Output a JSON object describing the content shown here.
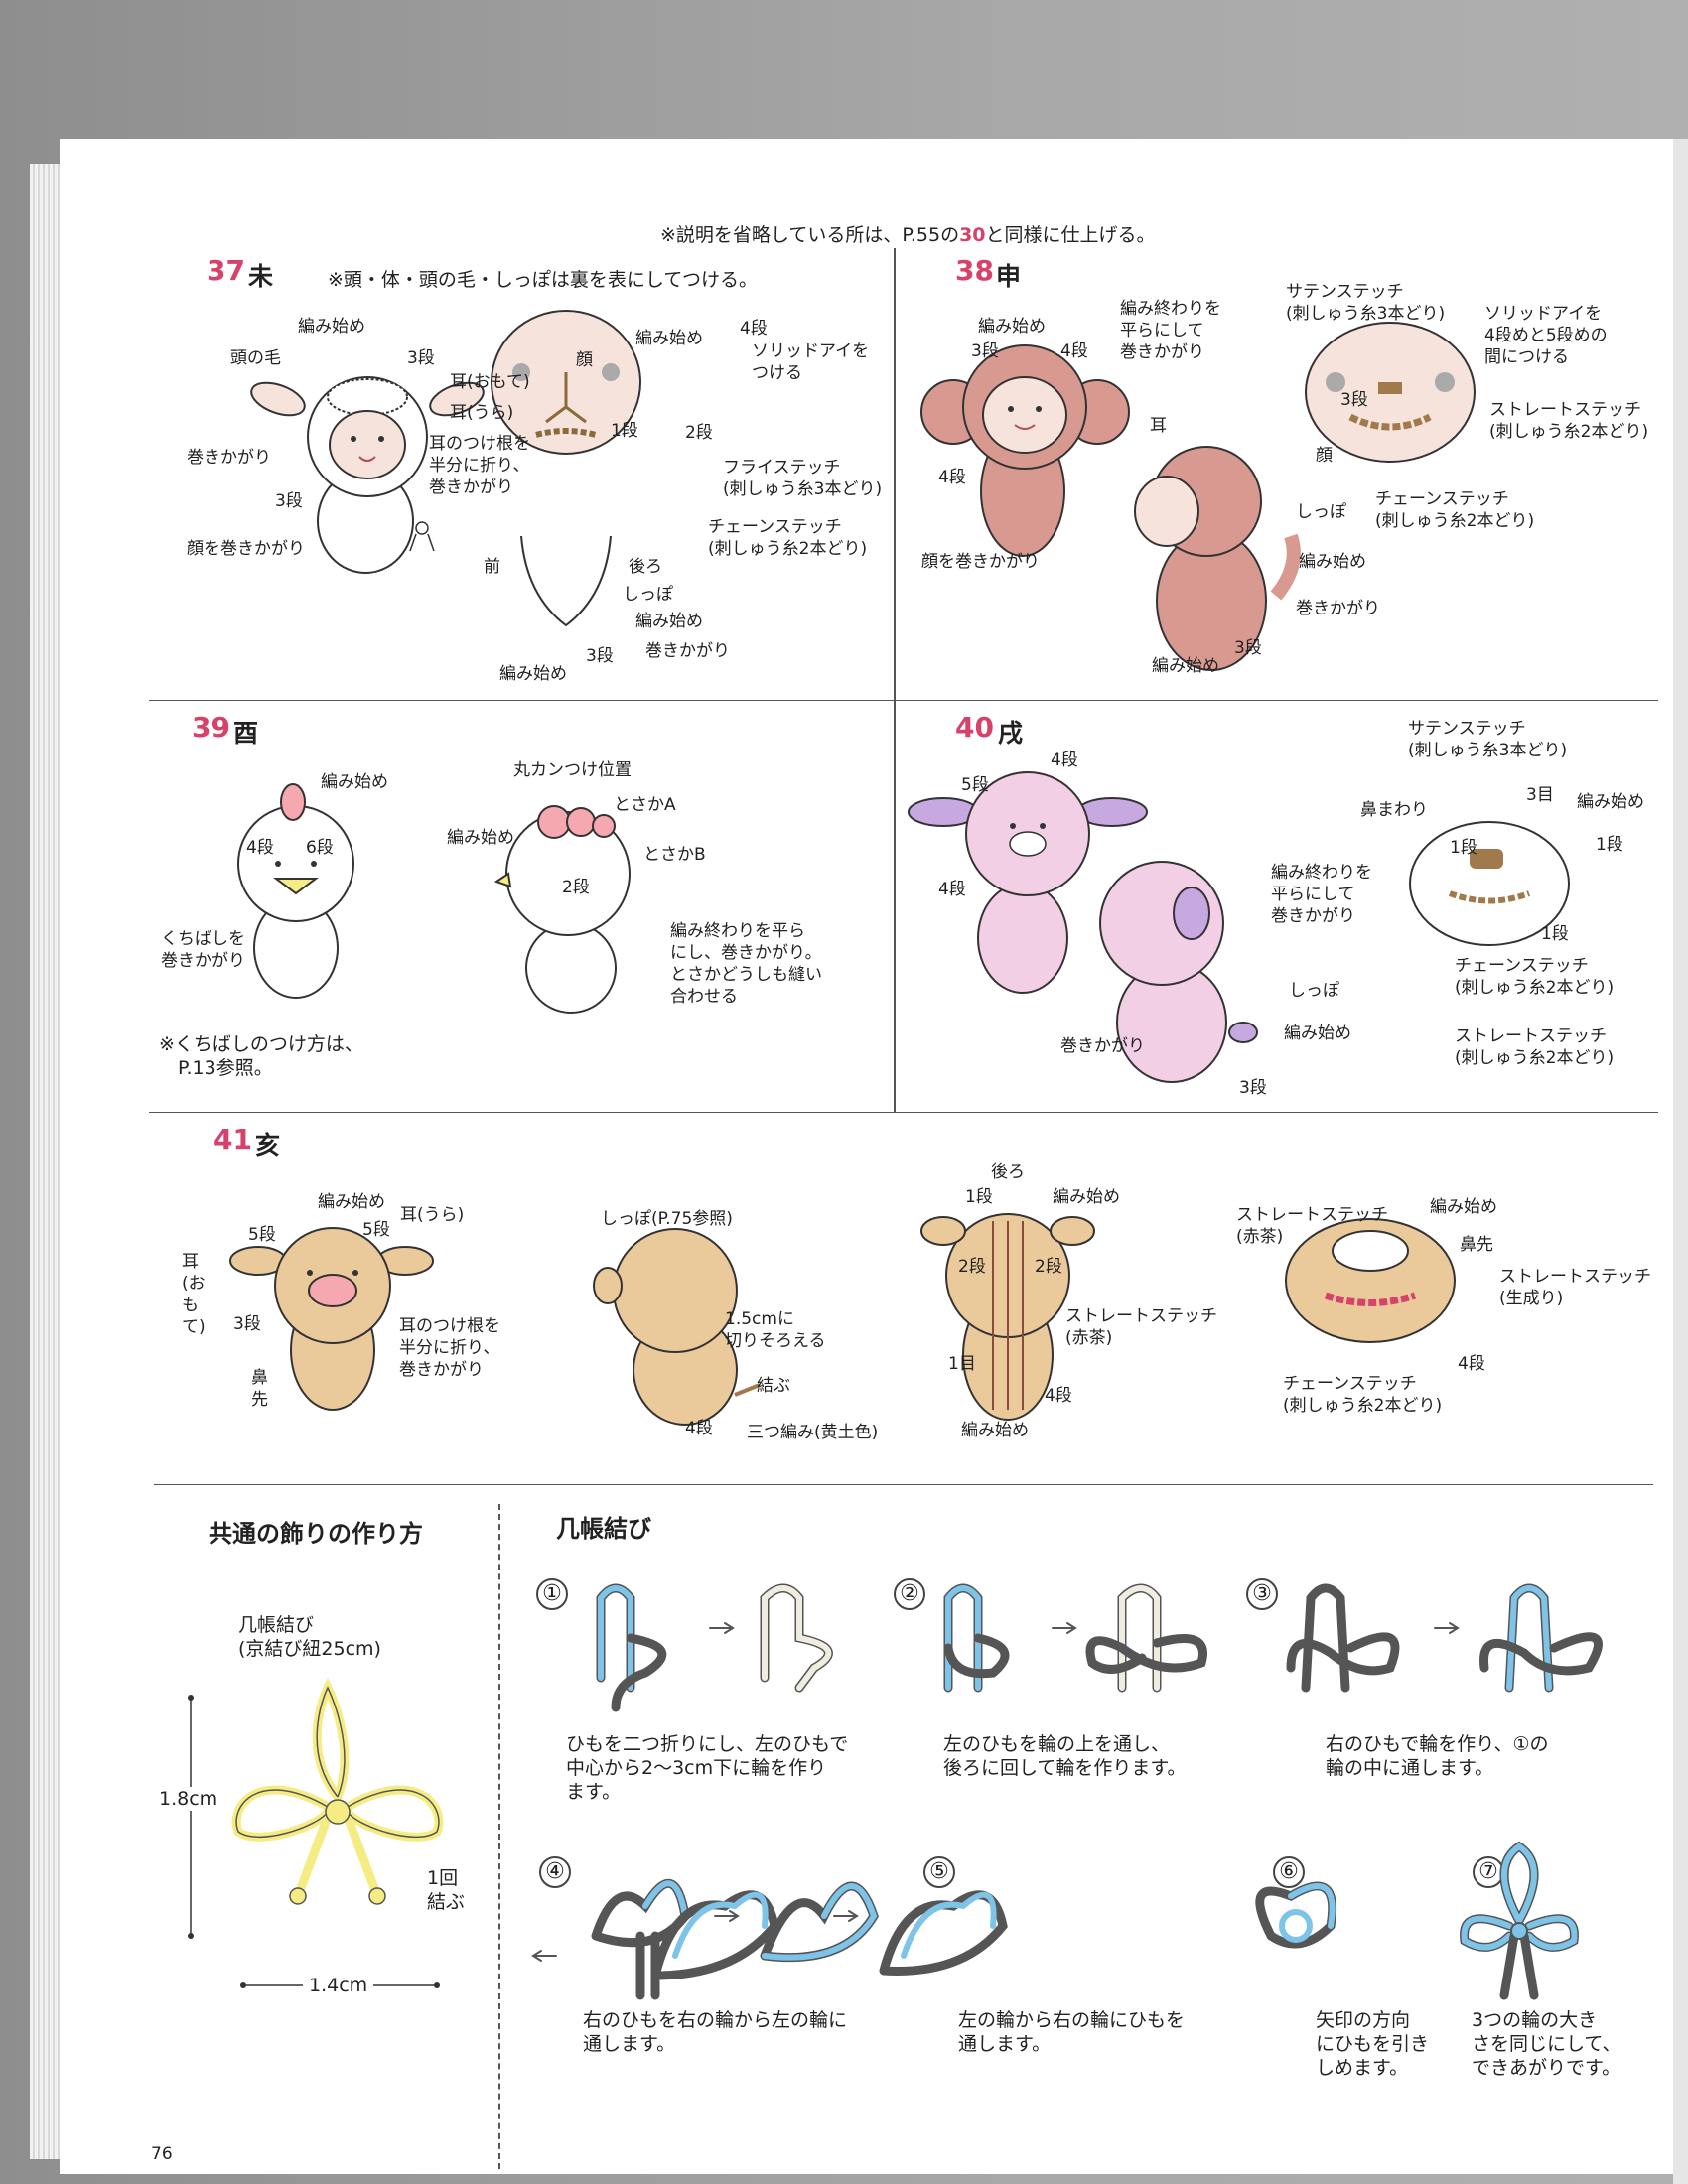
{
  "top_note": {
    "prefix": "※説明を省略している所は、P.55の",
    "highlight": "30",
    "suffix": "と同様に仕上げる。"
  },
  "s37": {
    "num": "37",
    "name": "未",
    "note": "※頭・体・頭の毛・しっぽは裏を表にしてつける。",
    "labels": {
      "amihajime1": "編み始め",
      "atamanoke": "頭の毛",
      "dan3a": "3段",
      "mimi_omote": "耳(おもて)",
      "mimi_ura": "耳(うら)",
      "makikagari": "巻きかがり",
      "mimi_tsuke": "耳のつけ根を\n半分に折り、\n巻きかがり",
      "dan3b": "3段",
      "kao_maki": "顔を巻きかがり",
      "kao": "顔",
      "amihajime2": "編み始め",
      "dan4": "4段",
      "solid": "ソリッドアイを\nつける",
      "dan1": "1段",
      "dan2": "2段",
      "fly": "フライステッチ\n(刺しゅう糸3本どり)",
      "chain": "チェーンステッチ\n(刺しゅう糸2本どり)",
      "mae": "前",
      "ushiro": "後ろ",
      "shippo": "しっぽ",
      "amihajime3": "編み始め",
      "makikagari2": "巻きかがり",
      "dan3c": "3段",
      "amihajime4": "編み始め"
    }
  },
  "s38": {
    "num": "38",
    "name": "申",
    "labels": {
      "amihajime": "編み始め",
      "dan3": "3段",
      "dan4": "4段",
      "amiowari": "編み終わりを\n平らにして\n巻きかがり",
      "mimi": "耳",
      "dan4b": "4段",
      "kao_maki": "顔を巻きかがり",
      "satin": "サテンステッチ\n(刺しゅう糸3本どり)",
      "solid": "ソリッドアイを\n4段めと5段めの\n間につける",
      "dan3b": "3段",
      "straight": "ストレートステッチ\n(刺しゅう糸2本どり)",
      "kao": "顔",
      "chain": "チェーンステッチ\n(刺しゅう糸2本どり)",
      "shippo": "しっぽ",
      "amihajime2": "編み始め",
      "makikagari": "巻きかがり",
      "dan3c": "3段",
      "amihajime3": "編み始め"
    }
  },
  "s39": {
    "num": "39",
    "name": "酉",
    "labels": {
      "amihajime": "編み始め",
      "dan4": "4段",
      "dan6": "6段",
      "kuchibashi": "くちばしを\n巻きかがり",
      "marukan": "丸カンつけ位置",
      "tosakaA": "とさかA",
      "amihajime2": "編み始め",
      "tosakaB": "とさかB",
      "dan2": "2段",
      "amiowari": "編み終わりを平ら\nにし、巻きかがり。\nとさかどうしも縫い\n合わせる",
      "note": "※くちばしのつけ方は、\n　P.13参照。"
    }
  },
  "s40": {
    "num": "40",
    "name": "戌",
    "labels": {
      "dan4": "4段",
      "dan5": "5段",
      "dan4b": "4段",
      "amiowari": "編み終わりを\n平らにして\n巻きかがり",
      "shippo": "しっぽ",
      "amihajime": "編み始め",
      "makikagari": "巻きかがり",
      "dan3": "3段",
      "satin": "サテンステッチ\n(刺しゅう糸3本どり)",
      "me3": "3目",
      "amihajime2": "編み始め",
      "hanamawari": "鼻まわり",
      "dan1a": "1段",
      "dan1b": "1段",
      "dan1c": "1段",
      "chain": "チェーンステッチ\n(刺しゅう糸2本どり)",
      "straight": "ストレートステッチ\n(刺しゅう糸2本どり)"
    }
  },
  "s41": {
    "num": "41",
    "name": "亥",
    "labels": {
      "amihajime": "編み始め",
      "mimi_ura": "耳(うら)",
      "dan5a": "5段",
      "dan5b": "5段",
      "mimi_omote": "耳\n(お\nも\nて)",
      "dan3": "3段",
      "hana": "鼻\n先",
      "mimi_tsuke": "耳のつけ根を\n半分に折り、\n巻きかがり",
      "shippo": "しっぽ(P.75参照)",
      "cut": "1.5cmに\n切りそろえる",
      "musubu": "結ぶ",
      "dan4": "4段",
      "mitsuami": "三つ編み(黄土色)",
      "ushiro": "後ろ",
      "dan1": "1段",
      "amihajime2": "編み始め",
      "dan2a": "2段",
      "dan2b": "2段",
      "straight_red": "ストレートステッチ\n(赤茶)",
      "me1": "1目",
      "dan4b": "4段",
      "amihajime3": "編み始め",
      "straight_red2": "ストレートステッチ\n(赤茶)",
      "amihajime4": "編み始め",
      "hanasaki": "鼻先",
      "straight_kinari": "ストレートステッチ\n(生成り)",
      "chain": "チェーンステッチ\n(刺しゅう糸2本どり)",
      "dan4c": "4段"
    }
  },
  "common": {
    "title": "共通の飾りの作り方",
    "knot_label": "几帳結び\n(京結び紐25cm)",
    "height": "1.8cm",
    "width": "1.4cm",
    "tie": "1回\n結ぶ"
  },
  "kicho": {
    "title": "几帳結び",
    "steps": [
      {
        "n": "①",
        "text": "ひもを二つ折りにし、左のひもで\n中心から2〜3cm下に輪を作り\nます。"
      },
      {
        "n": "②",
        "text": "左のひもを輪の上を通し、\n後ろに回して輪を作ります。"
      },
      {
        "n": "③",
        "text": "右のひもで輪を作り、①の\n輪の中に通します。"
      },
      {
        "n": "④",
        "text": "右のひもを右の輪から左の輪に\n通します。"
      },
      {
        "n": "⑤",
        "text": "左の輪から右の輪にひもを\n通します。"
      },
      {
        "n": "⑥",
        "text": "矢印の方向\nにひもを引き\nしめます。"
      },
      {
        "n": "⑦",
        "text": "3つの輪の大き\nさを同じにして、\nできあがりです。"
      }
    ]
  },
  "page_number": "76",
  "colors": {
    "accent": "#d8416a",
    "sheep": "#f6e3dc",
    "monkey": "#d89a90",
    "rooster": "#f5a8b0",
    "dog": "#f3cfe6",
    "dog_ear": "#c8a8e0",
    "boar": "#eac99a",
    "cord_yellow": "#f5ec84",
    "cord_blue": "#7ec4e8"
  }
}
